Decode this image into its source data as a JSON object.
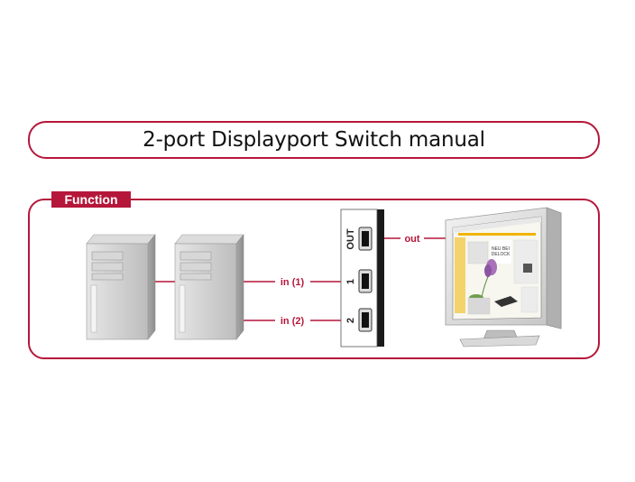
{
  "title": "2-port Displayport Switch manual",
  "function_label": "Function",
  "labels": {
    "in1": "in (1)",
    "in2": "in (2)",
    "out": "out"
  },
  "switch_ports": {
    "out": "OUT",
    "port1": "1",
    "port2": "2"
  },
  "monitor_screen_text": {
    "line1": "NEU BEI",
    "line2": "DELOCK"
  },
  "colors": {
    "accent": "#b5173a",
    "tower": "#c9c9c9",
    "switch_body": "#1a1a1a"
  }
}
